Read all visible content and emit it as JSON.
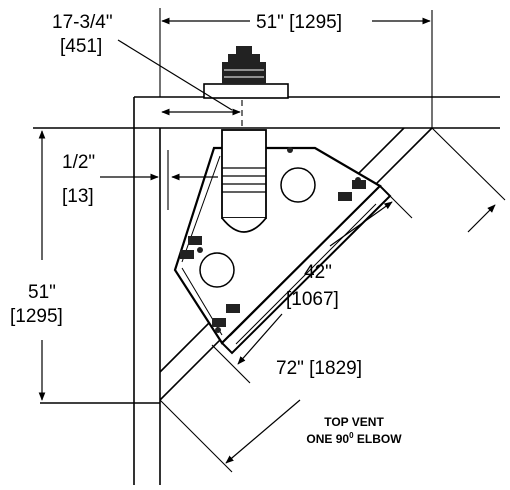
{
  "colors": {
    "line": "#000000",
    "unit_body": "#ffffff",
    "unit_dark": "#222222",
    "background": "#ffffff"
  },
  "dimensions": {
    "top_width": "51\" [1295]",
    "offset_in": "17-3/4\"",
    "offset_mm": "[451]",
    "gap_in": "1/2\"",
    "gap_mm": "[13]",
    "left_height_in": "51\"",
    "left_height_mm": "[1295]",
    "face_width_in": "42\"",
    "face_width_mm": "[1067]",
    "diagonal": "72\" [1829]"
  },
  "note": {
    "line1": "TOP VENT",
    "line2_prefix": "ONE 90",
    "line2_sup": "0",
    "line2_suffix": " ELBOW"
  }
}
